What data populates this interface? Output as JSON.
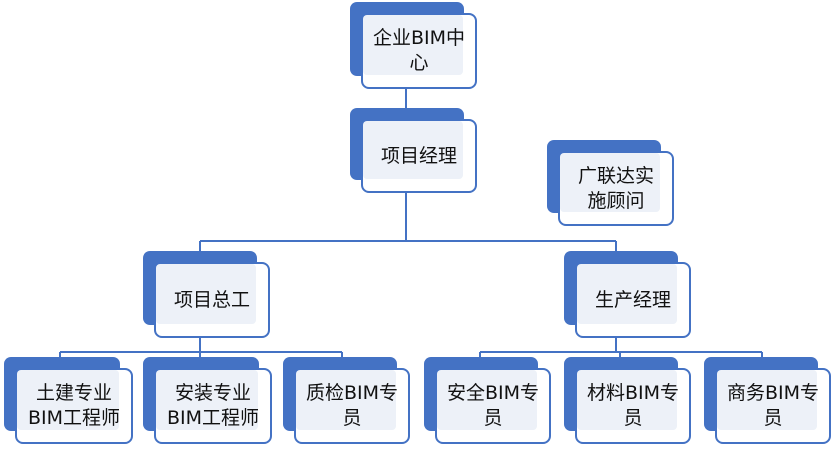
{
  "colors": {
    "accent": "#4472c4",
    "box_fill": "#ffffff",
    "inner_fill": "#edf1f8",
    "line": "#4472c4",
    "text": "#111111"
  },
  "nodes": {
    "center": "企业BIM中\n心",
    "pm": "项目经理",
    "consultant": "广联达实\n施顾问",
    "chief_engineer": "项目总工",
    "production_manager": "生产经理",
    "civil_engineer": "土建专业\nBIM工程师",
    "install_engineer": "安装专业\nBIM工程师",
    "qc": "质检BIM专\n员",
    "safety": "安全BIM专\n员",
    "material": "材料BIM专\n员",
    "commerce": "商务BIM专\n员"
  }
}
